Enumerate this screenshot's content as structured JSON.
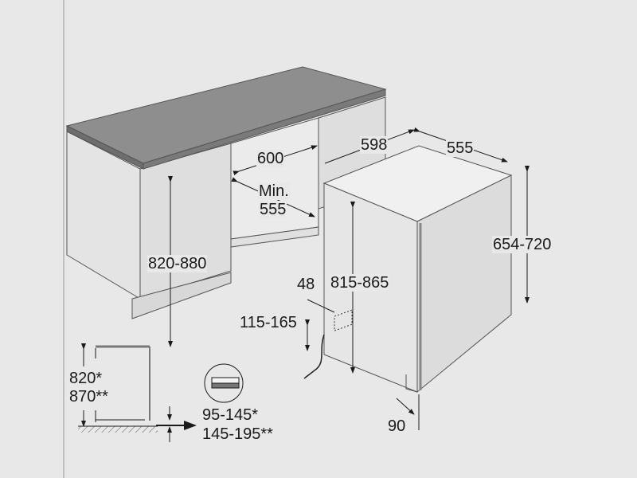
{
  "title": "Built-in dishwasher installation dimensions",
  "colors": {
    "background": "#e8e8e8",
    "countertop": "#8e8e8e",
    "line": "#1a1a1a",
    "panel": "#e2e2e2"
  },
  "niche": {
    "width": "600",
    "depth_label": "Min.",
    "depth": "555"
  },
  "cabinet_height": "820-880",
  "appliance": {
    "width": "598",
    "depth": "555",
    "door_height": "654-720",
    "height": "815-865",
    "offset": "48",
    "connection_height": "115-165",
    "door_swing": "90"
  },
  "detail": {
    "height_1": "820*",
    "height_2": "870**",
    "plinth_1": "95-145*",
    "plinth_2": "145-195**"
  }
}
